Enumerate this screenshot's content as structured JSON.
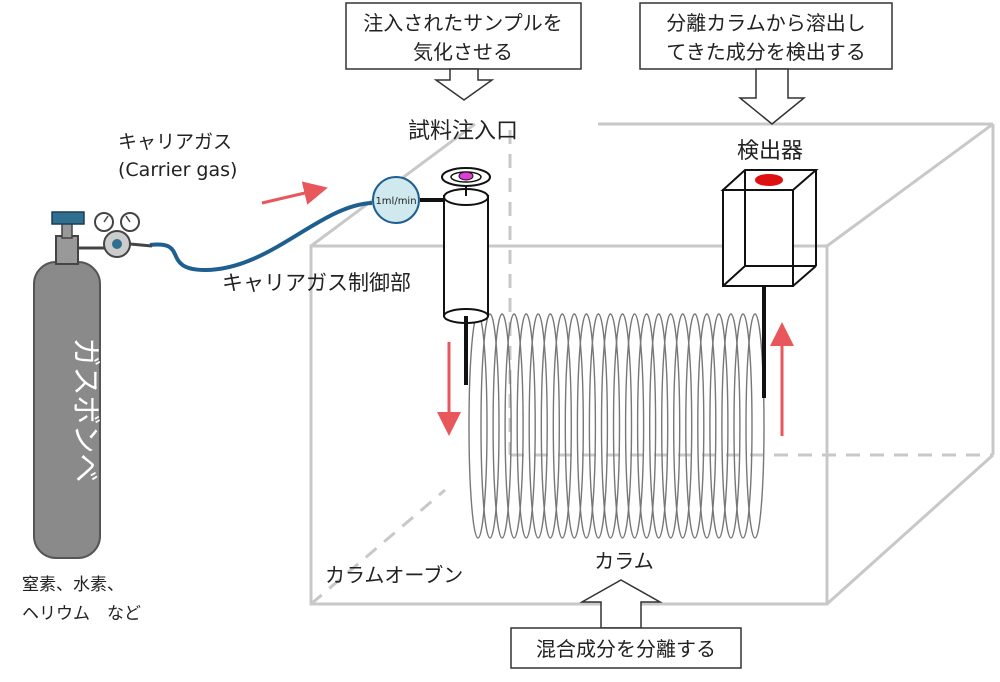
{
  "labels": {
    "callout_inject_line1": "注入されたサンプルを",
    "callout_inject_line2": "気化させる",
    "callout_detect_line1": "分離カラムから溶出し",
    "callout_detect_line2": "てきた成分を検出する",
    "callout_separate": "混合成分を分離する",
    "injection_port": "試料注入口",
    "detector": "検出器",
    "carrier_gas_jp": "キャリアガス",
    "carrier_gas_en": "(Carrier gas)",
    "carrier_gas_control": "キャリアガス制御部",
    "flow_meter": "1ml/min",
    "gas_cylinder": "ガスボンベ",
    "gas_types_line1": "窒素、水素、",
    "gas_types_line2": "ヘリウム　など",
    "column_oven": "カラムオーブン",
    "column": "カラム"
  },
  "colors": {
    "arrow_red": "#e8575c",
    "hose_blue": "#1f5f8f",
    "cylinder_gray": "#8a8a8a",
    "cap_blue": "#2f6f8f",
    "injector_magenta": "#e03cd8",
    "detector_red": "#dd1111",
    "oven_line": "#c8c8c8",
    "flowmeter_fill": "#cfe9ee"
  },
  "icons": {
    "flow_arrow": "red-arrow",
    "callout_arrow": "hollow-block-arrow"
  }
}
